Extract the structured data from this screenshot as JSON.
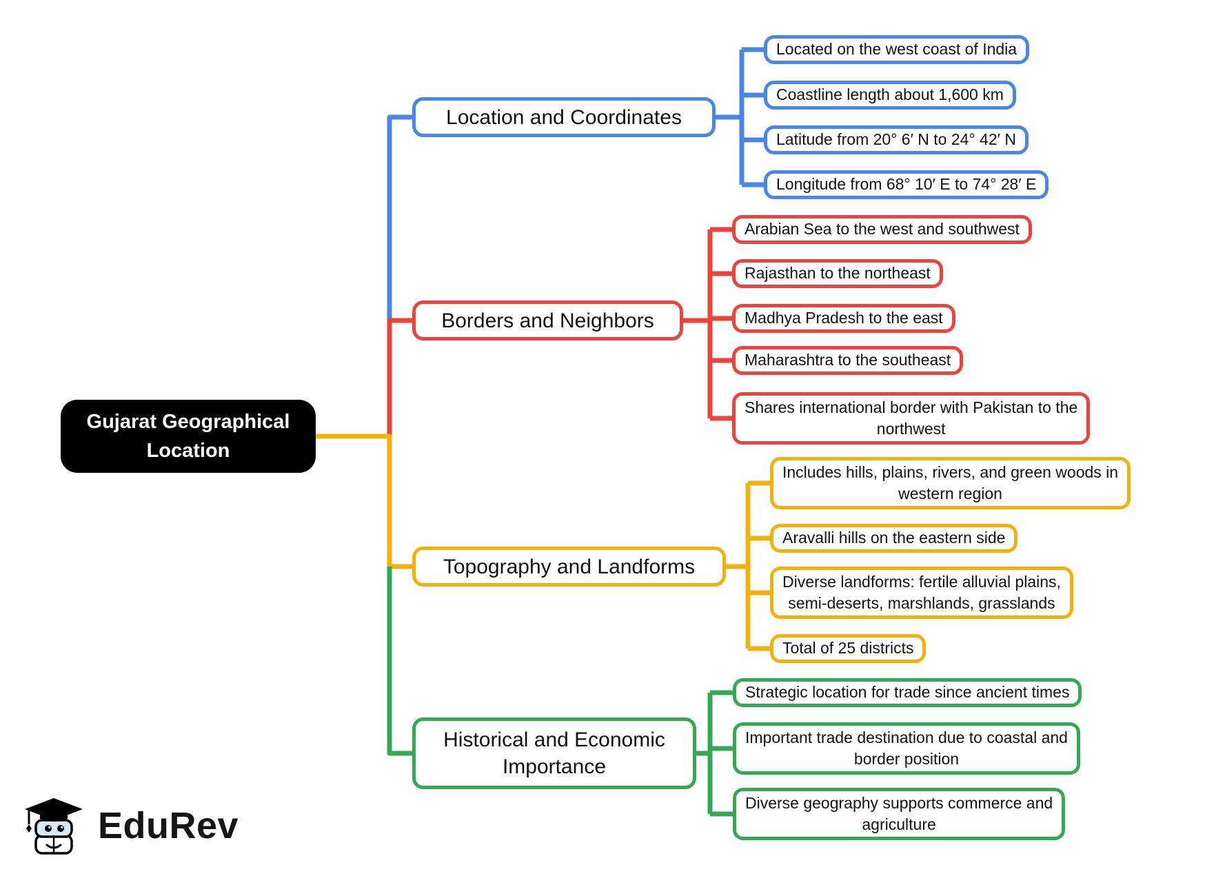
{
  "root": {
    "label": "Gujarat Geographical\nLocation",
    "bg_color": "#000000",
    "text_color": "#ffffff"
  },
  "branches": [
    {
      "label": "Location and Coordinates",
      "color": "#4a86e8",
      "children": [
        "Located on the west coast of India",
        "Coastline length about 1,600 km",
        "Latitude from 20° 6′ N to 24° 42′ N",
        "Longitude from 68° 10′ E to 74° 28′ E"
      ]
    },
    {
      "label": "Borders and Neighbors",
      "color": "#e8463d",
      "children": [
        "Arabian Sea to the west and southwest",
        "Rajasthan to the northeast",
        "Madhya Pradesh to the east",
        "Maharashtra to the southeast",
        "Shares international border with Pakistan to the\nnorthwest"
      ]
    },
    {
      "label": "Topography and Landforms",
      "color": "#f2b10e",
      "children": [
        "Includes hills, plains, rivers, and green woods in\nwestern region",
        "Aravalli hills on the eastern side",
        "Diverse landforms: fertile alluvial plains,\nsemi-deserts, marshlands, grasslands",
        "Total of 25 districts"
      ]
    },
    {
      "label": "Historical and Economic\nImportance",
      "color": "#34a853",
      "children": [
        "Strategic location for trade since ancient times",
        "Important trade destination due to coastal and\nborder position",
        "Diverse geography supports commerce and\nagriculture"
      ]
    }
  ],
  "logo": {
    "text": "EduRev"
  }
}
